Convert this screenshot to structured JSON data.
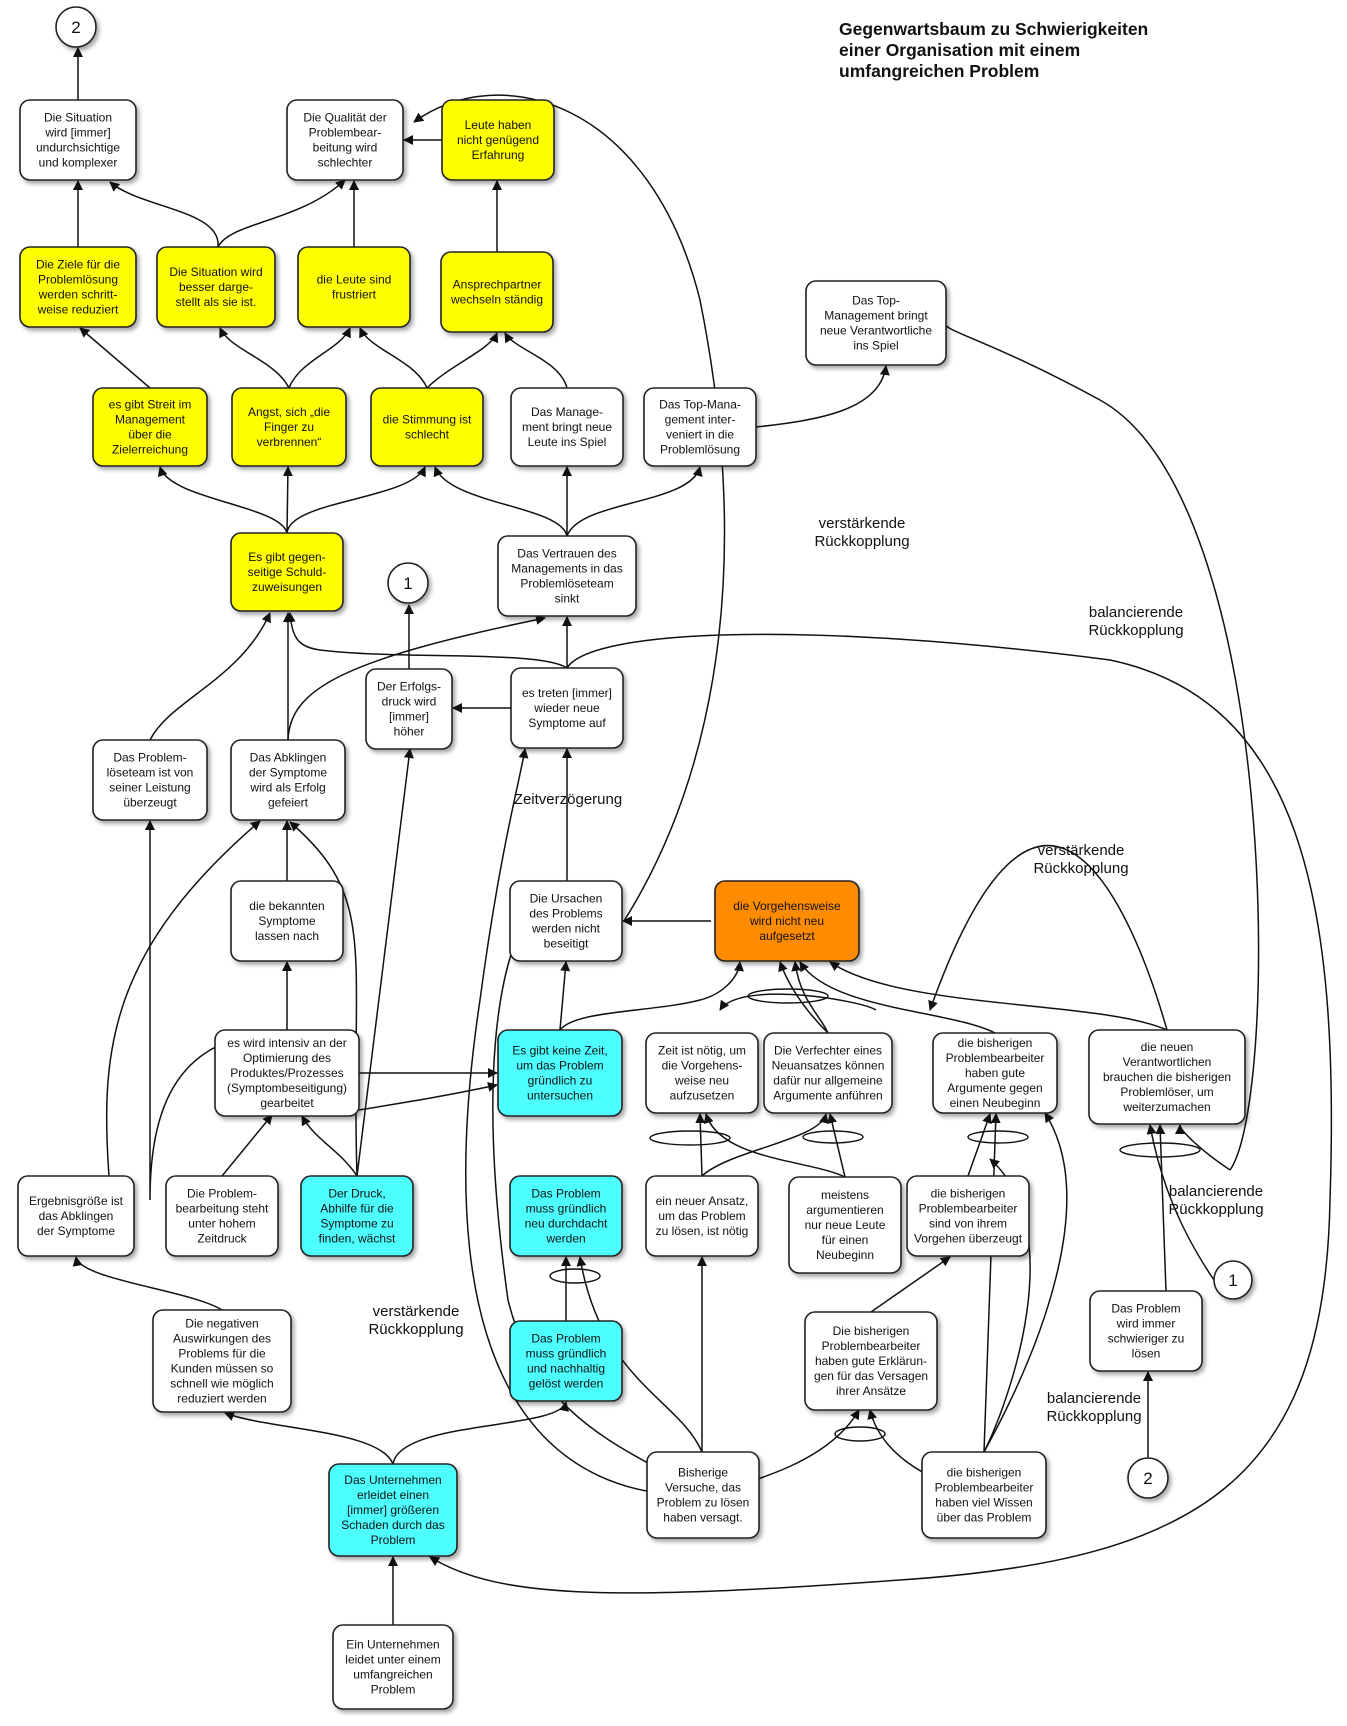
{
  "title": [
    "Gegenwartsbaum zu Schwierigkeiten",
    "einer Organisation mit einem",
    "umfangreichen Problem"
  ],
  "colors": {
    "white": "#ffffff",
    "yellow": "#ffff00",
    "cyan": "#4dffff",
    "orange": "#ff8c00",
    "border": "#222222"
  },
  "nodes": [
    {
      "id": "n_situation_undurchsichtig",
      "color": "white",
      "lines": [
        "Die Situation",
        "wird [immer]",
        "undurchsichtige",
        "und komplexer"
      ]
    },
    {
      "id": "n_qualitaet",
      "color": "white",
      "lines": [
        "Die Qualität der",
        "Problembear-",
        "beitung wird",
        "schlechter"
      ]
    },
    {
      "id": "n_erfahrung",
      "color": "yellow",
      "lines": [
        "Leute haben",
        "nicht genügend",
        "Erfahrung"
      ]
    },
    {
      "id": "n_ziele",
      "color": "yellow",
      "lines": [
        "Die Ziele für die",
        "Problemlösung",
        "werden schritt-",
        "weise reduziert"
      ]
    },
    {
      "id": "n_besser_dargestellt",
      "color": "yellow",
      "lines": [
        "Die Situation wird",
        "besser darge-",
        "stellt als sie ist."
      ]
    },
    {
      "id": "n_frustriert",
      "color": "yellow",
      "lines": [
        "die Leute sind",
        "frustriert"
      ]
    },
    {
      "id": "n_ansprechpartner",
      "color": "yellow",
      "lines": [
        "Ansprechpartner",
        "wechseln ständig"
      ]
    },
    {
      "id": "n_topmgmt_neue",
      "color": "white",
      "lines": [
        "Das Top-",
        "Management bringt",
        "neue Verantwortliche",
        "ins Spiel"
      ]
    },
    {
      "id": "n_streit",
      "color": "yellow",
      "lines": [
        "es gibt Streit im",
        "Management",
        "über die",
        "Zielerreichung"
      ]
    },
    {
      "id": "n_angst",
      "color": "yellow",
      "lines": [
        "Angst, sich „die",
        "Finger zu",
        "verbrennen“"
      ]
    },
    {
      "id": "n_stimmung",
      "color": "yellow",
      "lines": [
        "die Stimmung ist",
        "schlecht"
      ]
    },
    {
      "id": "n_mgmt_neue_leute",
      "color": "white",
      "lines": [
        "Das Manage-",
        "ment bringt neue",
        "Leute ins Spiel"
      ]
    },
    {
      "id": "n_topmgmt_interveniert",
      "color": "white",
      "lines": [
        "Das Top-Mana-",
        "gement inter-",
        "veniert in die",
        "Problemlösung"
      ]
    },
    {
      "id": "n_schuld",
      "color": "yellow",
      "lines": [
        "Es gibt gegen-",
        "seitige Schuld-",
        "zuweisungen"
      ]
    },
    {
      "id": "n_vertrauen",
      "color": "white",
      "lines": [
        "Das Vertrauen des",
        "Managements in das",
        "Problemlöseteam",
        "sinkt"
      ]
    },
    {
      "id": "n_erfolgsdruck",
      "color": "white",
      "lines": [
        "Der Erfolgs-",
        "druck wird",
        "[immer]",
        "höher"
      ]
    },
    {
      "id": "n_symptome_auf",
      "color": "white",
      "lines": [
        "es treten [immer]",
        "wieder neue",
        "Symptome auf"
      ]
    },
    {
      "id": "n_team_ueberzeugt",
      "color": "white",
      "lines": [
        "Das Problem-",
        "löseteam ist von",
        "seiner Leistung",
        "überzeugt"
      ]
    },
    {
      "id": "n_abklingen_gefeiert",
      "color": "white",
      "lines": [
        "Das Abklingen",
        "der Symptome",
        "wird als Erfolg",
        "gefeiert"
      ]
    },
    {
      "id": "n_bekannte_symptome",
      "color": "white",
      "lines": [
        "die bekannten",
        "Symptome",
        "lassen nach"
      ]
    },
    {
      "id": "n_ursachen",
      "color": "white",
      "lines": [
        "Die Ursachen",
        "des Problems",
        "werden nicht",
        "beseitigt"
      ]
    },
    {
      "id": "n_vorgehensweise",
      "color": "orange",
      "lines": [
        "die Vorgehensweise",
        "wird nicht neu",
        "aufgesetzt"
      ]
    },
    {
      "id": "n_optimierung",
      "color": "white",
      "lines": [
        "es wird intensiv an der",
        "Optimierung des",
        "Produktes/Prozesses",
        "(Symptombeseitigung)",
        "gearbeitet"
      ]
    },
    {
      "id": "n_keine_zeit",
      "color": "cyan",
      "lines": [
        "Es gibt keine Zeit,",
        "um das Problem",
        "gründlich zu",
        "untersuchen"
      ]
    },
    {
      "id": "n_zeit_noetig",
      "color": "white",
      "lines": [
        "Zeit ist nötig, um",
        "die Vorgehens-",
        "weise neu",
        "aufzusetzen"
      ]
    },
    {
      "id": "n_verfechter",
      "color": "white",
      "lines": [
        "Die Verfechter eines",
        "Neuansatzes können",
        "dafür nur allgemeine",
        "Argumente anführen"
      ]
    },
    {
      "id": "n_bisherige_argumente",
      "color": "white",
      "lines": [
        "die bisherigen",
        "Problembearbeiter",
        "haben gute",
        "Argumente gegen",
        "einen Neubeginn"
      ]
    },
    {
      "id": "n_neue_verantwortliche",
      "color": "white",
      "lines": [
        "die neuen",
        "Verantwortlichen",
        "brauchen die bisherigen",
        "Problemlöser, um",
        "weiterzumachen"
      ]
    },
    {
      "id": "n_ergebnisgroesse",
      "color": "white",
      "lines": [
        "Ergebnisgröße ist",
        "das Abklingen",
        "der Symptome"
      ]
    },
    {
      "id": "n_zeitdruck",
      "color": "white",
      "lines": [
        "Die Problem-",
        "bearbeitung steht",
        "unter hohem",
        "Zeitdruck"
      ]
    },
    {
      "id": "n_druck",
      "color": "cyan",
      "lines": [
        "Der Druck,",
        "Abhilfe für die",
        "Symptome zu",
        "finden, wächst"
      ]
    },
    {
      "id": "n_neu_durchdacht",
      "color": "cyan",
      "lines": [
        "Das Problem",
        "muss gründlich",
        "neu durchdacht",
        "werden"
      ]
    },
    {
      "id": "n_neuer_ansatz",
      "color": "white",
      "lines": [
        "ein neuer Ansatz,",
        "um das Problem",
        "zu lösen, ist nötig"
      ]
    },
    {
      "id": "n_meistens",
      "color": "white",
      "lines": [
        "meistens",
        "argumentieren",
        "nur neue Leute",
        "für einen",
        "Neubeginn"
      ]
    },
    {
      "id": "n_vorgehen_ueberzeugt",
      "color": "white",
      "lines": [
        "die bisherigen",
        "Problembearbeiter",
        "sind von ihrem",
        "Vorgehen überzeugt"
      ]
    },
    {
      "id": "n_auswirkungen",
      "color": "white",
      "lines": [
        "Die  negativen",
        "Auswirkungen des",
        "Problems für die",
        "Kunden  müssen so",
        "schnell wie möglich",
        "reduziert werden"
      ]
    },
    {
      "id": "n_nachhaltig",
      "color": "cyan",
      "lines": [
        "Das Problem",
        "muss gründlich",
        "und nachhaltig",
        "gelöst werden"
      ]
    },
    {
      "id": "n_erklaerungen",
      "color": "white",
      "lines": [
        "Die bisherigen",
        "Problembearbeiter",
        "haben gute Erklärun-",
        "gen für das Versagen",
        "ihrer Ansätze"
      ]
    },
    {
      "id": "n_schwieriger",
      "color": "white",
      "lines": [
        "Das Problem",
        "wird immer",
        "schwieriger zu",
        "lösen"
      ]
    },
    {
      "id": "n_versuche_versagt",
      "color": "white",
      "lines": [
        "Bisherige",
        "Versuche, das",
        "Problem zu lösen",
        "haben versagt."
      ]
    },
    {
      "id": "n_viel_wissen",
      "color": "white",
      "lines": [
        "die bisherigen",
        "Problembearbeiter",
        "haben viel Wissen",
        "über das Problem"
      ]
    },
    {
      "id": "n_schaden",
      "color": "cyan",
      "lines": [
        "Das Unternehmen",
        "erleidet einen",
        "[immer] größeren",
        "Schaden durch das",
        "Problem"
      ]
    },
    {
      "id": "n_umfangreich",
      "color": "white",
      "lines": [
        "Ein Unternehmen",
        "leidet unter einem",
        "umfangreichen",
        "Problem"
      ]
    }
  ],
  "connectors": [
    {
      "id": "c2_top",
      "label": "2"
    },
    {
      "id": "c1_mid",
      "label": "1"
    },
    {
      "id": "c1_right",
      "label": "1"
    },
    {
      "id": "c2_bottom",
      "label": "2"
    }
  ],
  "labels": [
    {
      "id": "l_verstaerkend_1",
      "lines": [
        "verstärkende",
        "Rückkopplung"
      ]
    },
    {
      "id": "l_balancierend_1",
      "lines": [
        "balancierende",
        "Rückkopplung"
      ]
    },
    {
      "id": "l_zeitverzoegerung",
      "lines": [
        "Zeitverzögerung"
      ]
    },
    {
      "id": "l_verstaerkend_2",
      "lines": [
        "verstärkende",
        "Rückkopplung"
      ]
    },
    {
      "id": "l_balancierend_2",
      "lines": [
        "balancierende",
        "Rückkopplung"
      ]
    },
    {
      "id": "l_verstaerkend_3",
      "lines": [
        "verstärkende",
        "Rückkopplung"
      ]
    },
    {
      "id": "l_balancierend_3",
      "lines": [
        "balancierende",
        "Rückkopplung"
      ]
    }
  ]
}
